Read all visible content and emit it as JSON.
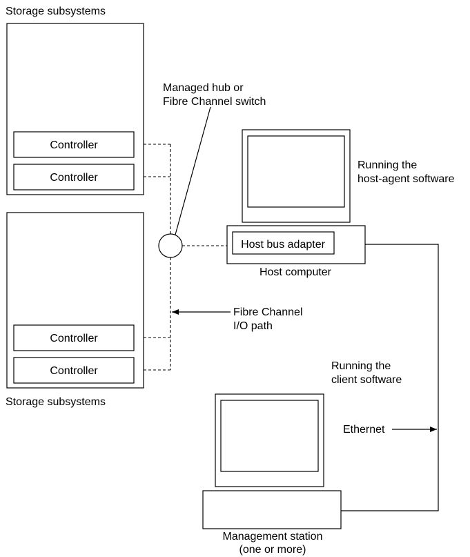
{
  "storage": {
    "top_label": "Storage subsystems",
    "bottom_label": "Storage subsystems",
    "controller_label": "Controller"
  },
  "hub": {
    "label_line1": "Managed hub or",
    "label_line2": "Fibre Channel switch"
  },
  "host": {
    "adapter_label": "Host bus adapter",
    "caption": "Host computer",
    "note_line1": "Running the",
    "note_line2": "host-agent software"
  },
  "fc_path": {
    "label_line1": "Fibre Channel",
    "label_line2": "I/O path"
  },
  "client": {
    "note_line1": "Running the",
    "note_line2": "client software"
  },
  "ethernet": {
    "label": "Ethernet"
  },
  "management": {
    "caption_line1": "Management station",
    "caption_line2": "(one or more)"
  },
  "colors": {
    "line": "#000000",
    "background": "#ffffff"
  }
}
